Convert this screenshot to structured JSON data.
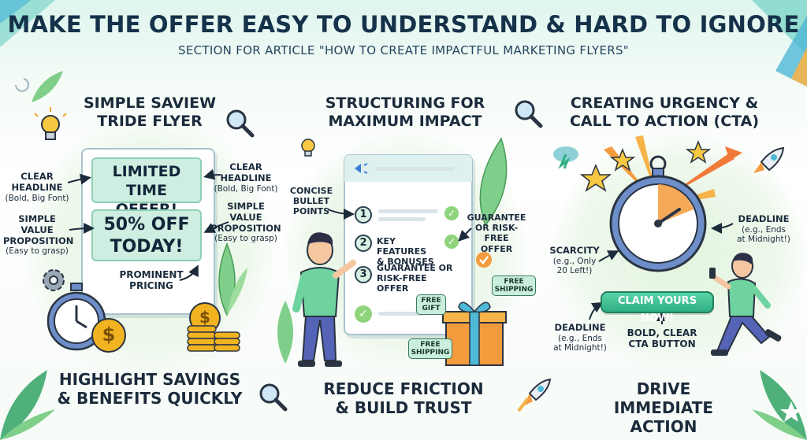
{
  "header": {
    "title": "MAKE THE OFFER EASY TO UNDERSTAND & HARD TO IGNORE",
    "subtitle": "SECTION FOR ARTICLE \"HOW TO CREATE IMPACTFUL MARKETING FLYERS\""
  },
  "panel1": {
    "title_line1": "SIMPLE SAVIEW",
    "title_line2": "TRIDE FLYER",
    "offer_line1": "LIMITED",
    "offer_line2": "TIME OFFER!",
    "discount_line1": "50% OFF",
    "discount_line2": "TODAY!",
    "left_headline_label": "CLEAR",
    "left_headline_label2": "HEADLINE",
    "left_headline_note": "(Bold, Big Font)",
    "left_value_label1": "SIMPLE",
    "left_value_label2": "VALUE",
    "left_value_label3": "PROPOSITION",
    "left_value_note": "(Easy to grasp)",
    "right_headline_label": "CLEAR",
    "right_headline_label2": "HEADLINE",
    "right_headline_note": "(Bold, Big Font)",
    "right_value_label1": "SIMPLE",
    "right_value_label2": "VALUE",
    "right_value_label3": "PROPOSITION",
    "right_value_note": "(Easy to grasp)",
    "pricing_line1": "PROMINENT",
    "pricing_line2": "PRICING",
    "footer_line1": "HIGHLIGHT SAVINGS",
    "footer_line2": "& BENEFITS QUICKLY",
    "coin_symbol": "$"
  },
  "panel2": {
    "title_line1": "STRUCTURING FOR",
    "title_line2": "MAXIMUM IMPACT",
    "concise_line1": "CONCISE",
    "concise_line2": "BULLET",
    "concise_line3": "POINTS",
    "item1_num": "1",
    "item2_num": "2",
    "item2_line1": "KEY FEATURES",
    "item2_line2": "& BONUSES",
    "item3_num": "3",
    "item3_line1": "GUARANTEE OR",
    "item3_line2": "RISK-FREE",
    "item3_line3": "OFFER",
    "guarantee_line1": "GUARANTEE",
    "guarantee_line2": "OR RISK-FREE",
    "guarantee_line3": "OFFER",
    "tag_free_gift_1": "FREE",
    "tag_free_gift_2": "GIFT",
    "tag_free_shipping_top_1": "FREE",
    "tag_free_shipping_top_2": "SHIPPING",
    "tag_free_shipping_bottom_1": "FREE",
    "tag_free_shipping_bottom_2": "SHIPPING",
    "footer_line1": "REDUCE FRICTION",
    "footer_line2": "& BUILD TRUST"
  },
  "panel3": {
    "title_line1": "CREATING URGENCY &",
    "title_line2": "CALL TO ACTION (CTA)",
    "deadline_top_label": "DEADLINE",
    "deadline_top_note1": "(e.g., Ends",
    "deadline_top_note2": "at Midnight!)",
    "scarcity_label": "SCARCITY",
    "scarcity_note1": "(e.g., Only",
    "scarcity_note2": "20 Left!)",
    "cta_button": "CLAIM YOURS NOW!",
    "deadline_bottom_label": "DEADLINE",
    "deadline_bottom_note1": "(e.g., Ends",
    "deadline_bottom_note2": "at Midnight!)",
    "bold_cta_line1": "BOLD, CLEAR",
    "bold_cta_line2": "CTA BUTTON",
    "footer_line1": "DRIVE IMMEDIATE",
    "footer_line2": "ACTION"
  },
  "colors": {
    "accent_green": "#2fae84",
    "offer_box_bg": "#cdeee0",
    "title_navy": "#16324a",
    "coin_gold": "#f2b321",
    "clock_blue": "#6d8ec8",
    "figure_shirt": "#6fd3a0",
    "figure_pants": "#5564b6"
  },
  "icons": [
    "lightbulb-icon",
    "magnifier-icon",
    "gear-icon",
    "stopwatch-icon",
    "coin-icon",
    "leaf-icon",
    "rocket-icon",
    "lightning-cloud-icon",
    "star-icon",
    "gift-box-icon",
    "check-icon",
    "megaphone-sparkle-icon"
  ]
}
